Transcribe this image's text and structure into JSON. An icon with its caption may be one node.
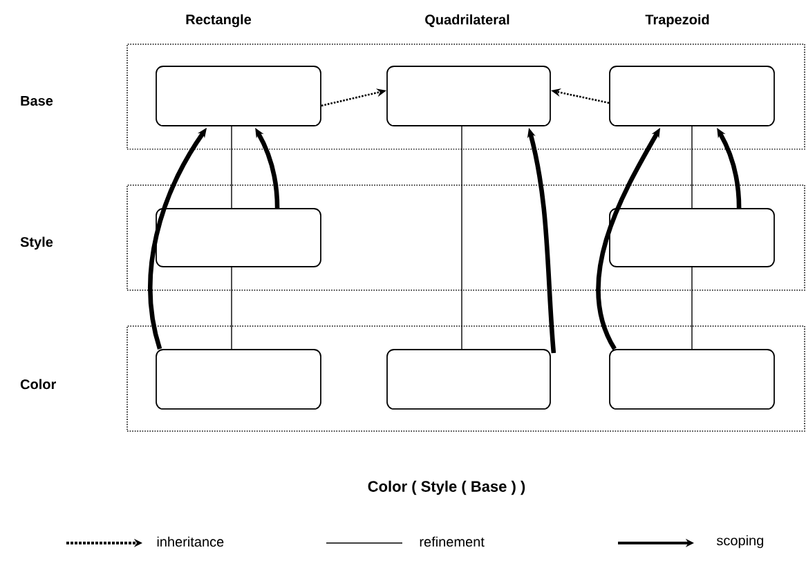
{
  "diagram": {
    "caption": "Color ( Style ( Base ) )",
    "nodes": [
      {
        "text": [],
        "shape": "box"
      },
      {
        "text": [],
        "shape": "box",
        "in": 0
      },
      {
        "text": [],
        "shape": "box",
        "in": 0
      },
      {
        "text": [],
        "shape": "box",
        "in": 0
      },
      {
        "text": [],
        "shape": "box"
      },
      {
        "text": [],
        "shape": "box",
        "in": 4
      },
      {
        "text": [],
        "shape": "box",
        "in": 4
      },
      {
        "text": [],
        "shape": "box"
      },
      {
        "text": [],
        "shape": "box",
        "in": 7
      },
      {
        "text": [],
        "shape": "box",
        "in": 7
      },
      {
        "text": [],
        "shape": "box",
        "in": 7
      }
    ],
    "edges": [
      {
        "from": 1,
        "to": 2,
        "arrow": "to",
        "style": "dashed"
      },
      {
        "from": 3,
        "to": 2,
        "arrow": "to",
        "style": "dashed"
      },
      {
        "from": 1,
        "to": 5,
        "arrow": "none"
      },
      {
        "from": 5,
        "to": 8,
        "arrow": "none"
      },
      {
        "from": 2,
        "to": 9,
        "arrow": "none"
      },
      {
        "from": 3,
        "to": 6,
        "arrow": "none"
      },
      {
        "from": 6,
        "to": 10,
        "arrow": "none"
      },
      {
        "from": 8,
        "to": 1,
        "arrow": "to",
        "style": "thick"
      },
      {
        "from": 5,
        "to": 1,
        "arrow": "to",
        "style": "thick"
      },
      {
        "from": 9,
        "to": 2,
        "arrow": "to",
        "style": "thick"
      },
      {
        "from": 10,
        "to": 3,
        "arrow": "to",
        "style": "thick"
      },
      {
        "from": 6,
        "to": 3,
        "arrow": "to",
        "style": "thick"
      }
    ],
    "labels": [
      "Rectangle",
      "Quadrilateral",
      "Trapezoid",
      "Base",
      "Style",
      "Color"
    ],
    "legend": [
      {
        "text": "inheritance"
      },
      {
        "text": "refinement"
      },
      {
        "text": "scoping"
      }
    ]
  }
}
